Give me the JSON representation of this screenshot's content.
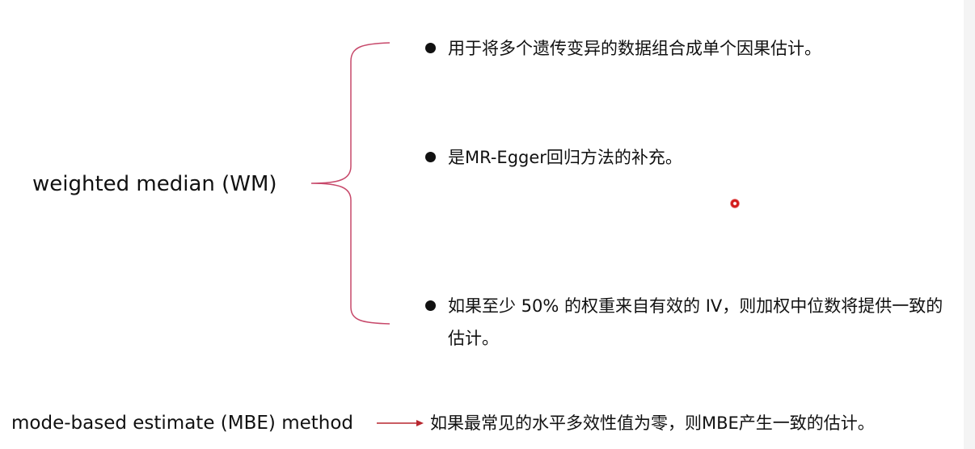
{
  "left_label": "weighted median (WM)",
  "bullets": [
    "用于将多个遗传变异的数据组合成单个因果估计。",
    "是MR-Egger回归方法的补充。",
    "如果至少 50% 的权重来自有效的 IV，则加权中位数将提供一致的估计。"
  ],
  "mbe": {
    "label": "mode-based estimate (MBE) method",
    "text": "如果最常见的水平多效性值为零，则MBE产生一致的估计。"
  },
  "colors": {
    "brace": "#c7486a",
    "arrow": "#b8272f",
    "text": "#111111",
    "laser_pointer": "#d21a1a"
  }
}
